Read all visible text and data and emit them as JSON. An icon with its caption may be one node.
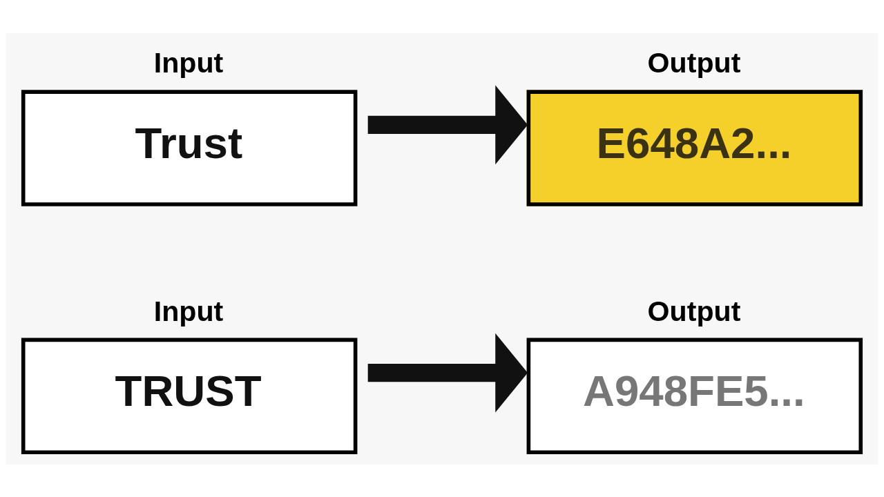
{
  "diagram": {
    "nodes": [
      {
        "text": [
          "Input",
          "TRUST"
        ]
      },
      {
        "text": [
          "Output",
          "A948FE5..."
        ]
      },
      {
        "text": [
          "Input",
          "Trust"
        ]
      },
      {
        "text": [
          "Output",
          "E648A2..."
        ]
      }
    ],
    "edges": [
      {
        "from": 0,
        "to": 1,
        "arrow": "to"
      },
      {
        "from": 2,
        "to": 3,
        "arrow": "to"
      }
    ]
  }
}
